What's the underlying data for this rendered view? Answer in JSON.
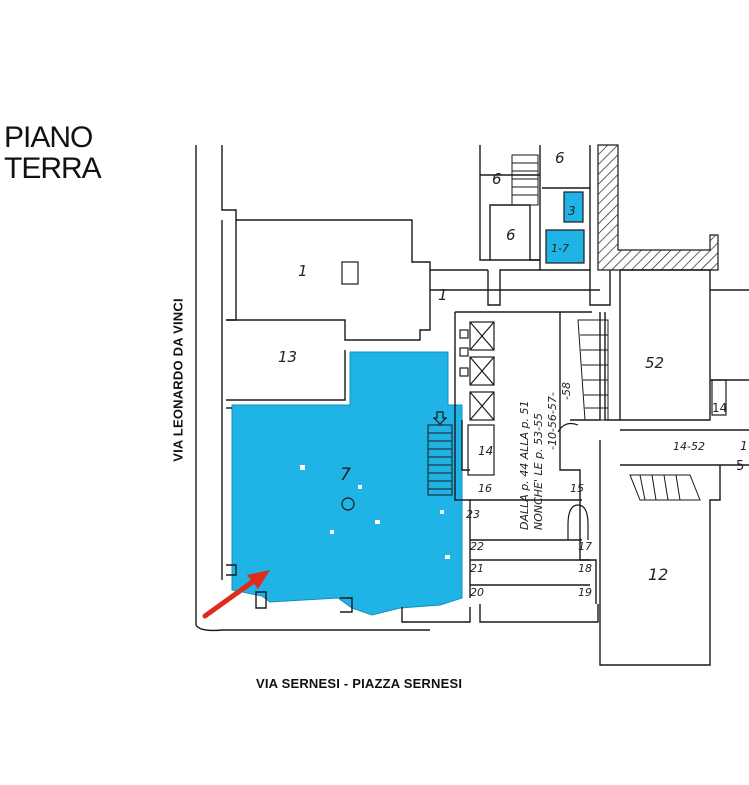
{
  "title": {
    "line1": "PIANO",
    "line2": "TERRA"
  },
  "streets": {
    "left": "VIA LEONARDO DA VINCI",
    "bottom": "VIA SERNESI - PIAZZA SERNESI"
  },
  "room_labels": {
    "r6a": "6",
    "r6b": "6",
    "r6c": "6",
    "r1a": "1",
    "r1b": "1",
    "r13": "13",
    "r7": "7",
    "r14a": "14",
    "r14b": "14",
    "r52": "52",
    "r14_52": "14-52",
    "r12": "12",
    "r1_7": "1-7",
    "r3": "3",
    "r15": "15",
    "r23": "23",
    "r22": "22",
    "r21": "21",
    "r20": "20",
    "r19": "19",
    "r17": "17",
    "r16": "16",
    "r18": "18",
    "r5": "5",
    "r1c": "1"
  },
  "note": {
    "line1": "DALLA p. 44 ALLA p. 51",
    "line2": "NONCHE' LE p. 53-55",
    "line3": "-10-56-57-",
    "line4": "-58"
  },
  "colors": {
    "highlight": "#1fb3e6",
    "line": "#1a1a1a",
    "arrow": "#e02a1c"
  },
  "icons": {
    "pointer": "red-arrow-icon"
  }
}
